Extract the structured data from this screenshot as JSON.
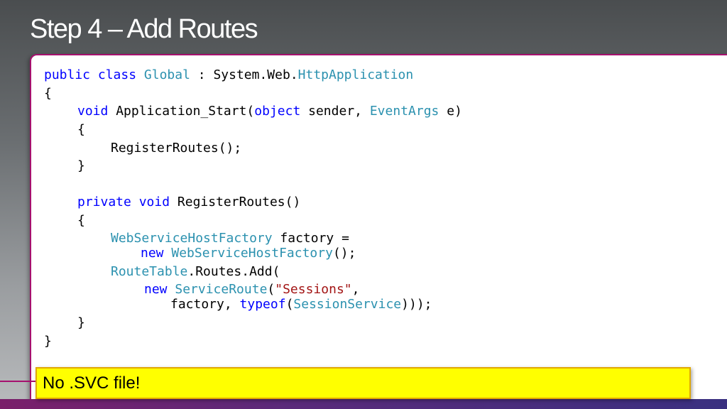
{
  "slide": {
    "title": "Step 4 – Add Routes"
  },
  "code": {
    "l1": {
      "kw1": "public",
      "kw2": "class",
      "type": "Global",
      "rest": " : System.Web.",
      "type2": "HttpApplication"
    },
    "l2": "{",
    "l3": {
      "kw": "void",
      "name": " Application_Start(",
      "kw2": "object",
      "mid": " sender, ",
      "type": "EventArgs",
      "end": " e)"
    },
    "l4": "{",
    "l5": "RegisterRoutes();",
    "l6": "}",
    "l7": {
      "kw1": "private",
      "kw2": "void",
      "rest": " RegisterRoutes()"
    },
    "l8": "{",
    "l9": {
      "type": "WebServiceHostFactory",
      "rest": " factory ="
    },
    "l10": {
      "kw": "new",
      "type": "WebServiceHostFactory",
      "rest": "();"
    },
    "l11": {
      "type": "RouteTable",
      "rest": ".Routes.Add("
    },
    "l12": {
      "kw": "new",
      "type": "ServiceRoute",
      "open": "(",
      "str": "\"Sessions\"",
      "rest": ","
    },
    "l13": {
      "pre": "factory, ",
      "kw": "typeof",
      "open": "(",
      "type": "SessionService",
      "rest": ")));"
    },
    "l14": "}",
    "l15": "}"
  },
  "callout": {
    "text": "No .SVC file!"
  },
  "colors": {
    "keyword": "#0000ff",
    "type": "#2b91af",
    "string": "#a31515",
    "accent": "#a6106e",
    "callout_bg": "#ffff00"
  }
}
